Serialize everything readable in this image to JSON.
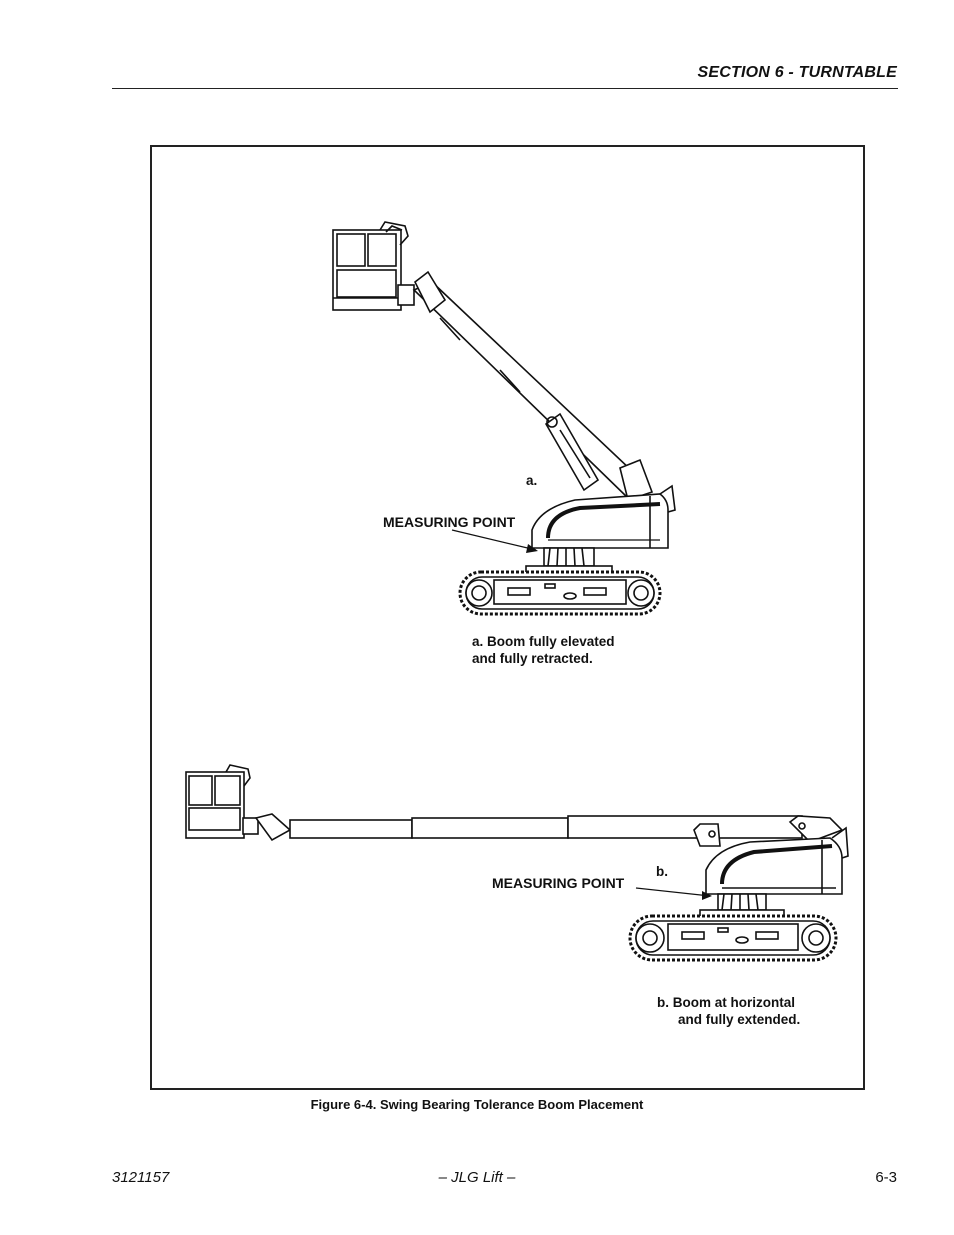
{
  "header": {
    "section_title": "SECTION 6 - TURNTABLE"
  },
  "figure": {
    "caption": "Figure 6-4.  Swing Bearing Tolerance Boom Placement",
    "view_a": {
      "letter": "a.",
      "measuring_label": "MEASURING POINT",
      "description_line1": "a. Boom fully elevated",
      "description_line2": "and fully retracted."
    },
    "view_b": {
      "letter": "b.",
      "measuring_label": "MEASURING POINT",
      "description_line1": "b. Boom at horizontal",
      "description_line2": "and fully extended."
    }
  },
  "footer": {
    "doc_number": "3121157",
    "publisher": "– JLG Lift –",
    "page_number": "6-3"
  }
}
